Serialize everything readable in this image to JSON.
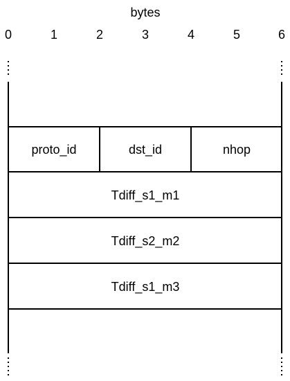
{
  "diagram": {
    "axis_title": "bytes",
    "tick_labels": [
      "0",
      "1",
      "2",
      "3",
      "4",
      "5",
      "6"
    ],
    "rows": [
      {
        "name": "empty-top",
        "fields": []
      },
      {
        "name": "id-row",
        "fields": [
          {
            "label": "proto_id",
            "from_byte": 0,
            "to_byte": 2
          },
          {
            "label": "dst_id",
            "from_byte": 2,
            "to_byte": 4
          },
          {
            "label": "nhop",
            "from_byte": 4,
            "to_byte": 6
          }
        ]
      },
      {
        "name": "tdiff-1",
        "fields": [
          {
            "label": "Tdiff_s1_m1",
            "from_byte": 0,
            "to_byte": 6
          }
        ]
      },
      {
        "name": "tdiff-2",
        "fields": [
          {
            "label": "Tdiff_s2_m2",
            "from_byte": 0,
            "to_byte": 6
          }
        ]
      },
      {
        "name": "tdiff-3",
        "fields": [
          {
            "label": "Tdiff_s1_m3",
            "from_byte": 0,
            "to_byte": 6
          }
        ]
      },
      {
        "name": "empty-bottom",
        "fields": []
      }
    ]
  }
}
